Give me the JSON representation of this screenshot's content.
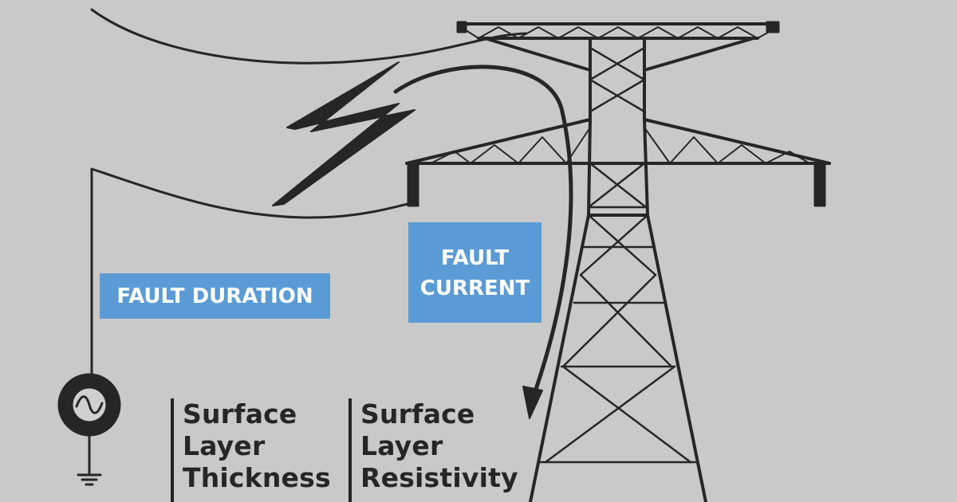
{
  "labels": {
    "fault_duration": "FAULT DURATION",
    "fault_current_line1": "FAULT",
    "fault_current_line2": "CURRENT"
  },
  "parameters": {
    "thickness": [
      "Surface",
      "Layer",
      "Thickness"
    ],
    "resistivity": [
      "Surface",
      "Layer",
      "Resistivity"
    ]
  },
  "icons": {
    "source": "ac-source-icon",
    "ground": "ground-icon",
    "lightning": "lightning-bolt-icon",
    "tower": "transmission-tower-icon"
  },
  "colors": {
    "background": "#c9c9c9",
    "label_box": "#5b9bd5",
    "label_text": "#ffffff",
    "ink": "#262626"
  }
}
